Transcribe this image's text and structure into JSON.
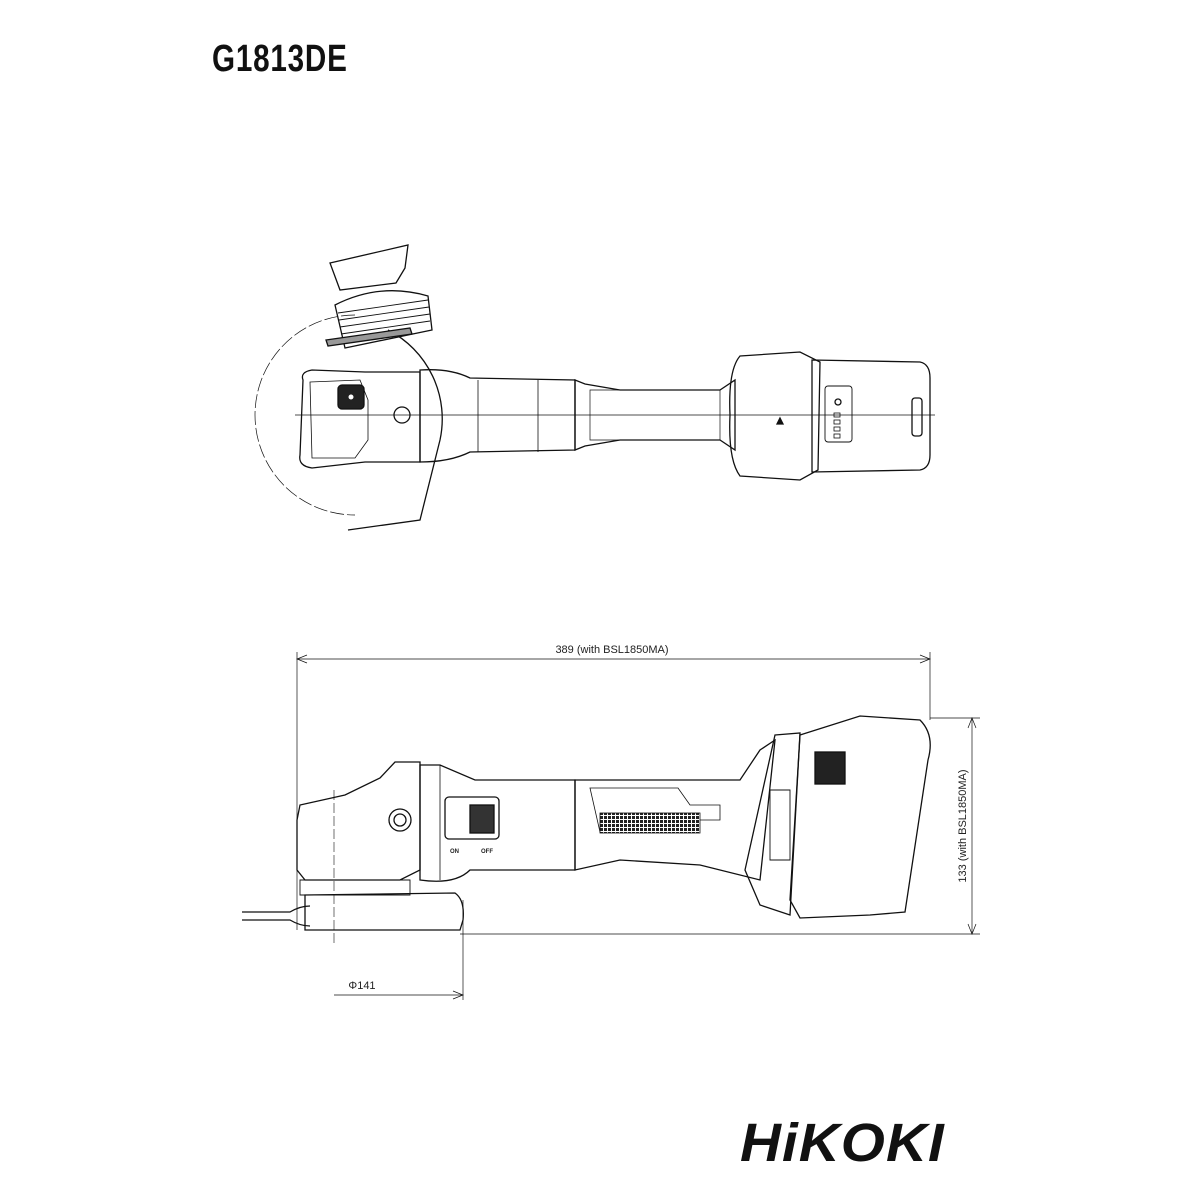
{
  "title": "G1813DE",
  "dimensions": {
    "length_label": "389  (with BSL1850MA)",
    "height_label": "133  (with BSL1850MA)",
    "disc_label": "Φ141"
  },
  "switch": {
    "on_label": "ON",
    "off_label": "OFF"
  },
  "brand": {
    "logo_text": "HiKOKI"
  }
}
